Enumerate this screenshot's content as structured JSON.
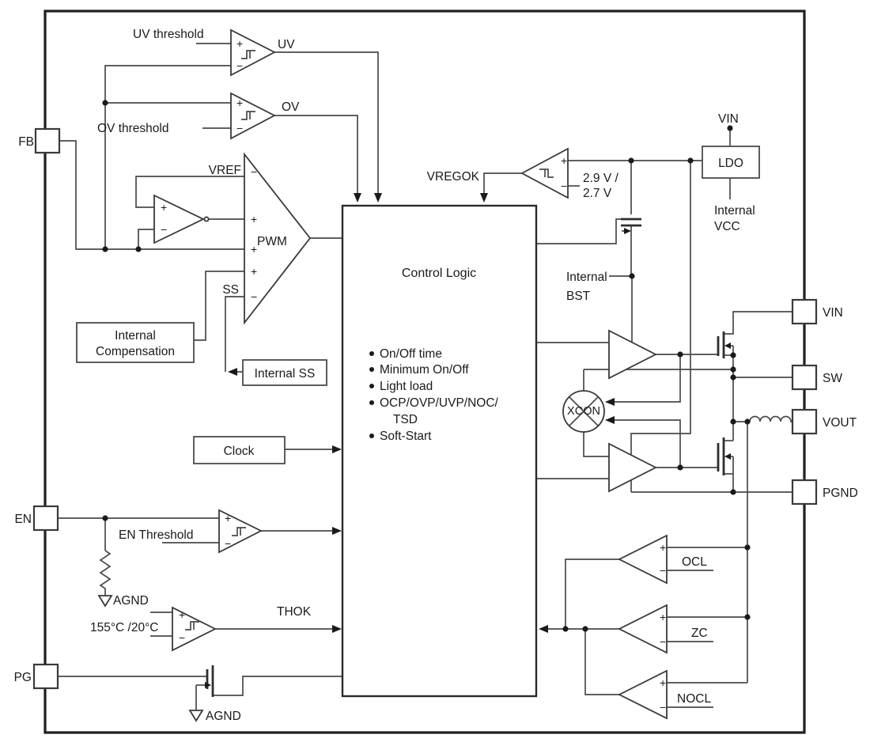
{
  "colors": {
    "background": "#ffffff",
    "line": "#4a4a4a",
    "outline": "#1f1f1f",
    "text": "#1a1a1a"
  },
  "signs": {
    "plus": "+",
    "minus": "−"
  },
  "pins": {
    "left": [
      {
        "label": "FB"
      },
      {
        "label": "EN"
      },
      {
        "label": "PG"
      }
    ],
    "right": [
      {
        "label": "VIN"
      },
      {
        "label": "SW"
      },
      {
        "label": "VOUT"
      },
      {
        "label": "PGND"
      }
    ]
  },
  "comparators": {
    "uv": {
      "threshold_label": "UV threshold",
      "output_label": "UV"
    },
    "ov": {
      "threshold_label": "OV threshold",
      "output_label": "OV"
    },
    "vregok": {
      "output_label": "VREGOK",
      "threshold_line1": "2.9 V /",
      "threshold_line2": "2.7 V"
    },
    "en": {
      "threshold_label": "EN Threshold"
    },
    "thermal": {
      "threshold_label": "155°C /20°C",
      "output_label": "THOK"
    },
    "ocl": {
      "label": "OCL"
    },
    "zc": {
      "label": "ZC"
    },
    "nocl": {
      "label": "NOCL"
    }
  },
  "pwm_comparator": {
    "vref_label": "VREF",
    "pwm_label": "PWM",
    "ss_label": "SS"
  },
  "blocks": {
    "control_logic": {
      "title": "Control Logic",
      "features": [
        {
          "text": "On/Off time"
        },
        {
          "text": "Minimum On/Off"
        },
        {
          "text": "Light load"
        },
        {
          "text": "OCP/OVP/UVP/NOC/"
        },
        {
          "text": "TSD"
        },
        {
          "text": "Soft-Start"
        }
      ]
    },
    "internal_compensation": {
      "line1": "Internal",
      "line2": "Compensation"
    },
    "internal_ss": {
      "label": "Internal SS"
    },
    "clock": {
      "label": "Clock"
    },
    "ldo": {
      "label": "LDO"
    },
    "xcon": {
      "label": "XCON"
    }
  },
  "nets": {
    "vin_top": "VIN",
    "internal_vcc_line1": "Internal",
    "internal_vcc_line2": "VCC",
    "internal_bst_line1": "Internal",
    "internal_bst_line2": "BST",
    "agnd": "AGND"
  }
}
